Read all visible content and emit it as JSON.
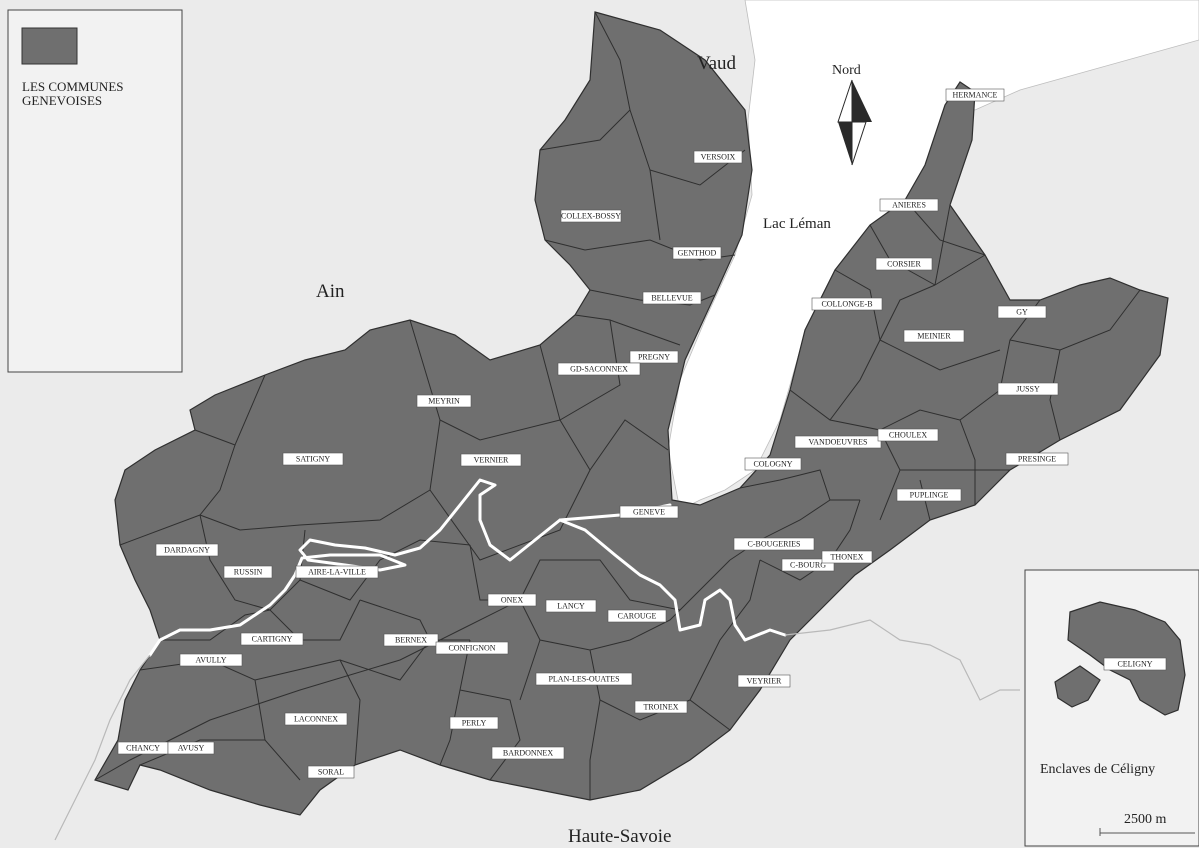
{
  "legend": {
    "title_line1": "LES COMMUNES",
    "title_line2": "GENEVOISES",
    "swatch_color": "#6f6f6f"
  },
  "regions": {
    "vaud": "Vaud",
    "ain": "Ain",
    "haute_savoie": "Haute-Savoie",
    "lake": "Lac Léman"
  },
  "north_label": "Nord",
  "enclave": {
    "caption": "Enclaves de Céligny",
    "commune": "CELIGNY"
  },
  "scale_label": "2500 m",
  "colors": {
    "commune_fill": "#6f6f6f",
    "water": "#ffffff",
    "background": "#ebebeb"
  },
  "communes": {
    "versoix": "VERSOIX",
    "collex_bossy": "COLLEX-BOSSY",
    "genthod": "GENTHOD",
    "bellevue": "BELLEVUE",
    "pregny": "PREGNY",
    "gd_saconnex": "GD-SACONNEX",
    "meyrin": "MEYRIN",
    "satigny": "SATIGNY",
    "vernier": "VERNIER",
    "geneve": "GENEVE",
    "dardagny": "DARDAGNY",
    "russin": "RUSSIN",
    "aire_la_ville": "AIRE-LA-VILLE",
    "cartigny": "CARTIGNY",
    "avully": "AVULLY",
    "bernex": "BERNEX",
    "confignon": "CONFIGNON",
    "onex": "ONEX",
    "lancy": "LANCY",
    "carouge": "CAROUGE",
    "plan_les_ouates": "PLAN-LES-OUATES",
    "perly": "PERLY",
    "laconnex": "LACONNEX",
    "chancy": "CHANCY",
    "avusy": "AVUSY",
    "soral": "SORAL",
    "bardonnex": "BARDONNEX",
    "troinex": "TROINEX",
    "veyrier": "VEYRIER",
    "c_bougeries": "C-BOUGERIES",
    "c_bourg": "C-BOURG",
    "thonex": "THONEX",
    "cologny": "COLOGNY",
    "vandoeuvres": "VANDOEUVRES",
    "choulex": "CHOULEX",
    "puplinge": "PUPLINGE",
    "presinge": "PRESINGE",
    "jussy": "JUSSY",
    "meinier": "MEINIER",
    "gy": "GY",
    "collonge_b": "COLLONGE-B",
    "corsier": "CORSIER",
    "anieres": "ANIERES",
    "hermance": "HERMANCE"
  }
}
